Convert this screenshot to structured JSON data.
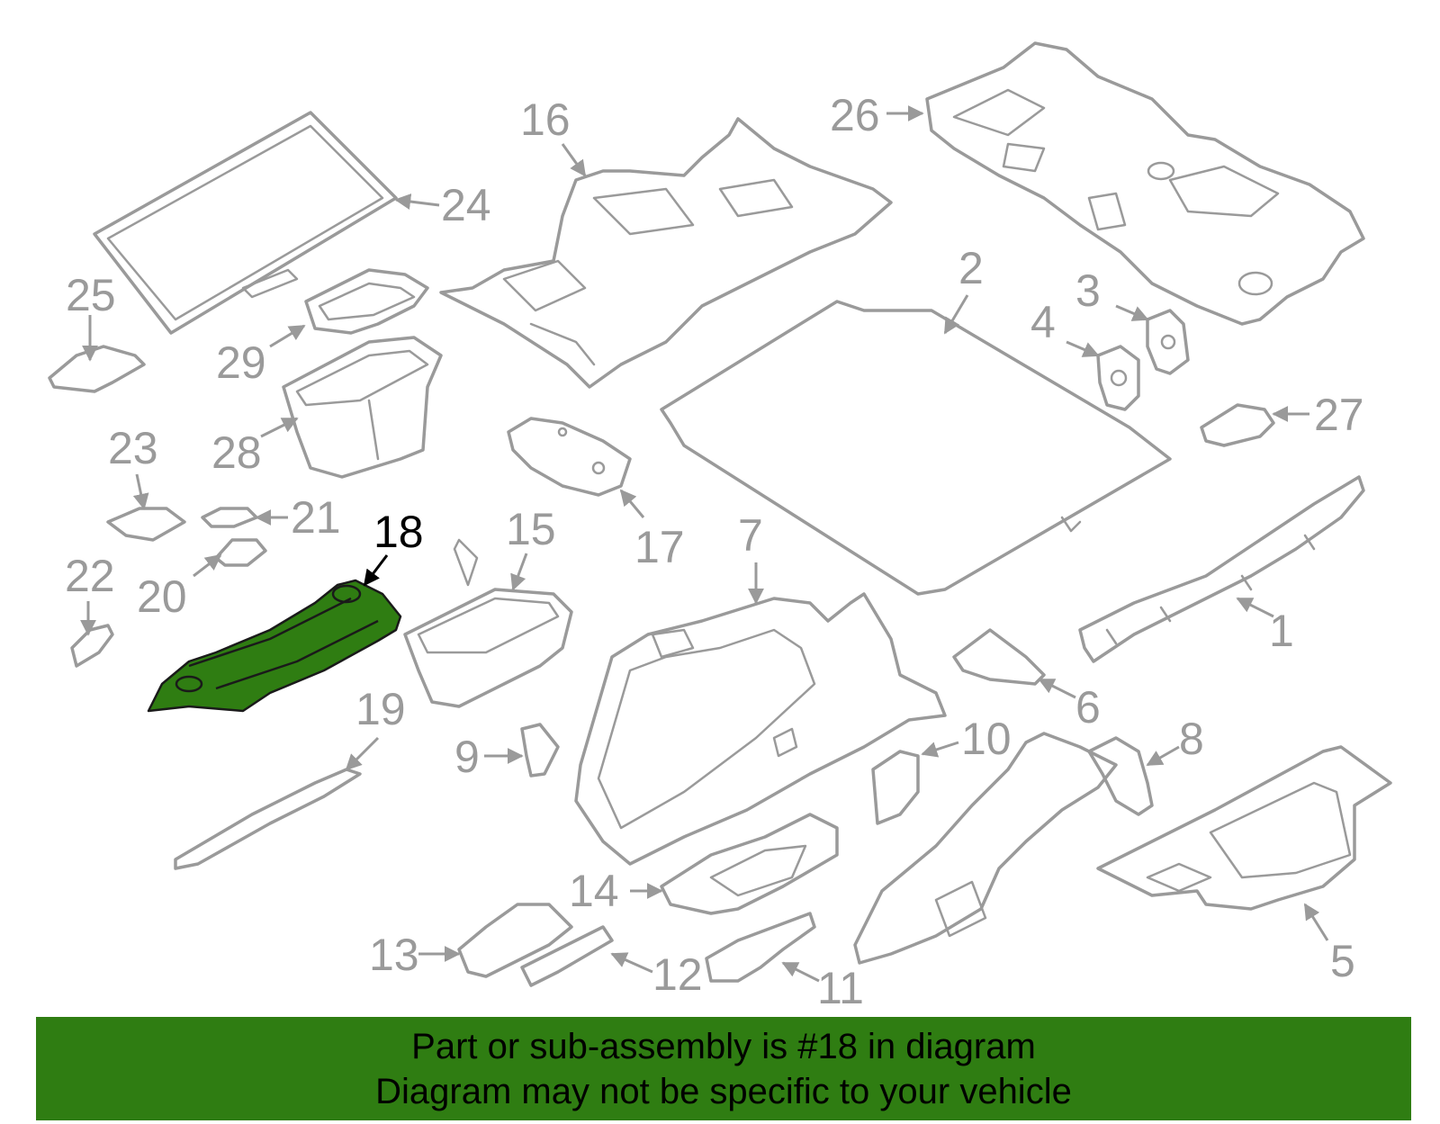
{
  "colors": {
    "part_outline": "#9a9a9a",
    "highlight_fill": "#2f7d12",
    "active_label": "#000000",
    "banner_background": "#2f7d12",
    "banner_text": "#000000"
  },
  "diagram": {
    "highlighted_part": "18",
    "callouts": [
      "1",
      "2",
      "3",
      "4",
      "5",
      "6",
      "7",
      "8",
      "9",
      "10",
      "11",
      "12",
      "13",
      "14",
      "15",
      "16",
      "17",
      "18",
      "19",
      "20",
      "21",
      "22",
      "23",
      "24",
      "25",
      "26",
      "27",
      "28",
      "29"
    ]
  },
  "banner": {
    "line1": "Part or sub-assembly is #18 in diagram",
    "line2": "Diagram may not be specific to your vehicle"
  }
}
